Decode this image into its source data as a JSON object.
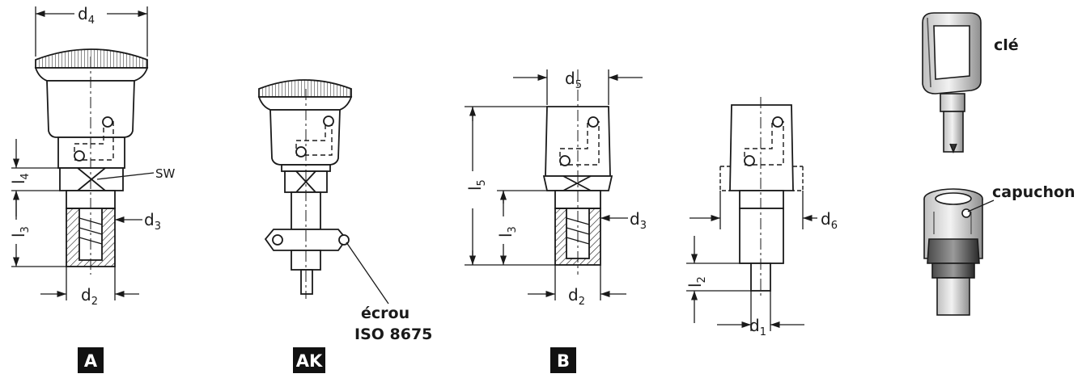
{
  "dims": {
    "d4": {
      "base": "d",
      "sub": "4"
    },
    "d2a": {
      "base": "d",
      "sub": "2"
    },
    "d3a": {
      "base": "d",
      "sub": "3"
    },
    "l4": {
      "base": "l",
      "sub": "4"
    },
    "l3a": {
      "base": "l",
      "sub": "3"
    },
    "sw": "SW",
    "d5": {
      "base": "d",
      "sub": "5"
    },
    "l5": {
      "base": "l",
      "sub": "5"
    },
    "l3b": {
      "base": "l",
      "sub": "3"
    },
    "d3b": {
      "base": "d",
      "sub": "3"
    },
    "d2b": {
      "base": "d",
      "sub": "2"
    },
    "d6": {
      "base": "d",
      "sub": "6"
    },
    "l2": {
      "base": "l",
      "sub": "2"
    },
    "d1": {
      "base": "d",
      "sub": "1"
    }
  },
  "callouts": {
    "nut_line1": "écrou",
    "nut_line2": "ISO 8675",
    "key": "clé",
    "cap": "capuchon"
  },
  "badges": {
    "a": "A",
    "ak": "AK",
    "b": "B"
  },
  "colors": {
    "line": "#1a1a1a",
    "badge": "#111111",
    "part_fill": "#ffffff",
    "hatch": "#1a1a1a",
    "grey_light": "#d9d9d9",
    "grey_mid": "#9a9a9a",
    "grey_dark": "#3a3a3a"
  }
}
